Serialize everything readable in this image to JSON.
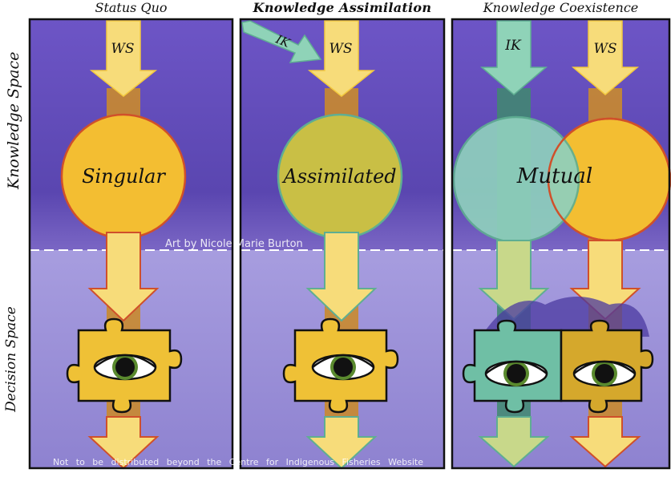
{
  "panels": [
    {
      "title": "Status Quo",
      "circle_label": "Singular",
      "arrow_labels": [
        "WS"
      ]
    },
    {
      "title": "Knowledge Assimilation",
      "circle_label": "Assimilated",
      "arrow_labels": [
        "IK",
        "WS"
      ]
    },
    {
      "title": "Knowledge Coexistence",
      "circle_label": "Mutual",
      "arrow_labels": [
        "IK",
        "WS"
      ]
    }
  ],
  "side_labels": {
    "top": "Knowledge Space",
    "bottom": "Decision Space"
  },
  "watermarks": {
    "credit": "Art by Nicole Marie Burton",
    "notice": "Not to be distributed beyond the Centre for Indigenous Fisheries Website"
  },
  "colors": {
    "top_bg": "#5a46b0",
    "bottom_bg": "#9e94d8",
    "ws_arrow": "#f7dc7a",
    "ik_arrow": "#8fd3b8",
    "circle_ws": "#f3be32",
    "circle_assim": "#c9bf45",
    "circle_ik": "#8fd0bd",
    "stem": "#c98a2d",
    "puzzle": "#efc136"
  }
}
